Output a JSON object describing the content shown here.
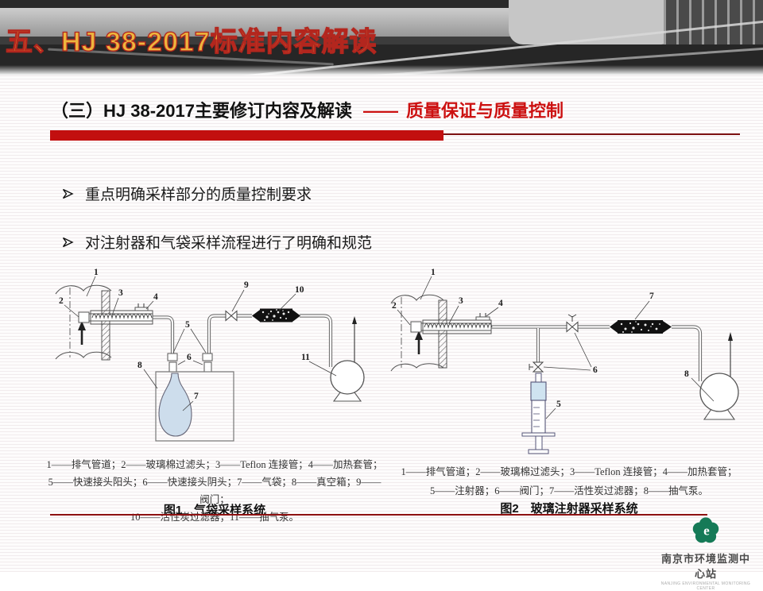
{
  "banner": {
    "title": "五、HJ 38-2017标准内容解读"
  },
  "subtitle": {
    "prefix": "（三）HJ 38-2017主要修订内容及解读",
    "dash": "——",
    "highlight": "质量保证与质量控制"
  },
  "bullets": {
    "marker_icon": "arrowhead-right",
    "items": [
      "重点明确采样部分的质量控制要求",
      "对注射器和气袋采样流程进行了明确和规范"
    ]
  },
  "figure1": {
    "caption": "图1　气袋采样系统",
    "legend": [
      "1——排气管道；2——玻璃棉过滤头；3——Teflon 连接管；4——加热套管；",
      "5——快速接头阳头；6——快速接头阴头；7——气袋；8——真空箱；9——阀门；",
      "10——活性炭过滤器；11——抽气泵。"
    ],
    "part_numbers": [
      "1",
      "2",
      "3",
      "4",
      "5",
      "6",
      "7",
      "8",
      "9",
      "10",
      "11"
    ]
  },
  "figure2": {
    "caption": "图2　玻璃注射器采样系统",
    "legend": [
      "1——排气管道；2——玻璃棉过滤头；3——Teflon 连接管；4——加热套管；",
      "5——注射器；6——阀门；7——活性炭过滤器；8——抽气泵。"
    ],
    "part_numbers": [
      "1",
      "2",
      "3",
      "4",
      "5",
      "6",
      "7",
      "8"
    ]
  },
  "footer": {
    "org": "南京市环境监测中心站",
    "org_en": "NANJING ENVIRONMENTAL MONITORING CENTER"
  },
  "colors": {
    "accent_red": "#c20f0f",
    "dark_red": "#8e1111",
    "title_yellow": "#edb63d",
    "title_outline": "#b3261e",
    "highlight_red": "#cc1111",
    "logo_green": "#157a57",
    "bag_blue": "#cdddec",
    "syringe_blue": "#cfe3f0"
  }
}
